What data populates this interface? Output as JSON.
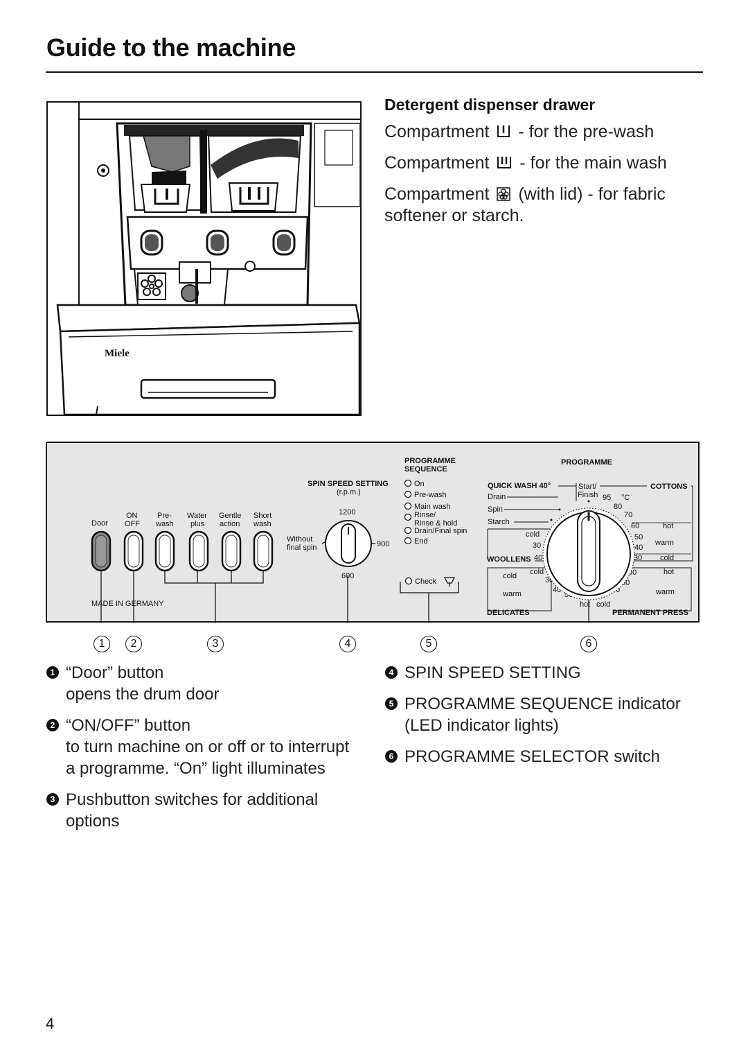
{
  "page": {
    "title": "Guide to the machine",
    "page_number": "4"
  },
  "drawer_figure": {
    "brand": "Miele"
  },
  "detergent": {
    "heading": "Detergent dispenser drawer",
    "prewash": {
      "before": "Compartment",
      "icon": "prewash-compartment-icon",
      "after": "- for the pre-wash"
    },
    "mainwash": {
      "before": "Compartment",
      "icon": "mainwash-compartment-icon",
      "after": "- for the main wash"
    },
    "softener": {
      "before": "Compartment",
      "icon": "softener-compartment-icon",
      "after": "(with lid) - for fabric softener or starch."
    }
  },
  "panel": {
    "buttons": {
      "door": "Door",
      "on_off_1": "ON",
      "on_off_2": "OFF",
      "prewash_1": "Pre-",
      "prewash_2": "wash",
      "water_1": "Water",
      "water_2": "plus",
      "gentle_1": "Gentle",
      "gentle_2": "action",
      "short_1": "Short",
      "short_2": "wash"
    },
    "made_in": "MADE IN GERMANY",
    "spin": {
      "title": "SPIN SPEED SETTING",
      "unit": "(r.p.m.)",
      "max": "1200",
      "mid": "900",
      "min": "600",
      "without_1": "Without",
      "without_2": "final spin"
    },
    "sequence": {
      "title_1": "PROGRAMME",
      "title_2": "SEQUENCE",
      "steps": [
        "On",
        "Pre-wash",
        "Main wash",
        "Rinse/",
        "Rinse & hold",
        "Drain/Final spin",
        "End"
      ],
      "check": "Check"
    },
    "programme": {
      "title": "PROGRAMME",
      "quick_wash": "QUICK WASH 40°",
      "start_1": "Start/",
      "start_2": "Finish",
      "cottons": "COTTONS",
      "drain": "Drain",
      "spin": "Spin",
      "starch": "Starch",
      "woollens": "WOOLLENS",
      "delicates": "DELICATES",
      "permanent": "PERMANENT PRESS",
      "unit_c": "°C",
      "cotton_temps": [
        "95",
        "80",
        "70",
        "60",
        "50",
        "40",
        "30"
      ],
      "cotton_words": [
        "hot",
        "warm",
        "cold"
      ],
      "wool_labels": [
        "cold",
        "30",
        "40"
      ],
      "delicate_labels": [
        "cold",
        "cold",
        "30",
        "warm",
        "40",
        "50",
        "60",
        "hot"
      ],
      "perm_labels": [
        "30",
        "cold",
        "40",
        "warm",
        "50",
        "60",
        "hot"
      ]
    }
  },
  "callouts": [
    "1",
    "2",
    "3",
    "4",
    "5",
    "6"
  ],
  "legend": {
    "left": [
      {
        "num": "1",
        "text": "“Door” button",
        "sub": "opens the drum door"
      },
      {
        "num": "2",
        "text": "“ON/OFF” button",
        "sub": "to turn machine on or off or to interrupt a programme. “On” light illuminates"
      },
      {
        "num": "3",
        "text": "Pushbutton switches for additional options",
        "sub": ""
      }
    ],
    "right": [
      {
        "num": "4",
        "text": "SPIN SPEED SETTING",
        "sub": ""
      },
      {
        "num": "5",
        "text": "PROGRAMME SEQUENCE indicator (LED indicator lights)",
        "sub": ""
      },
      {
        "num": "6",
        "text": "PROGRAMME SELECTOR switch",
        "sub": ""
      }
    ]
  }
}
